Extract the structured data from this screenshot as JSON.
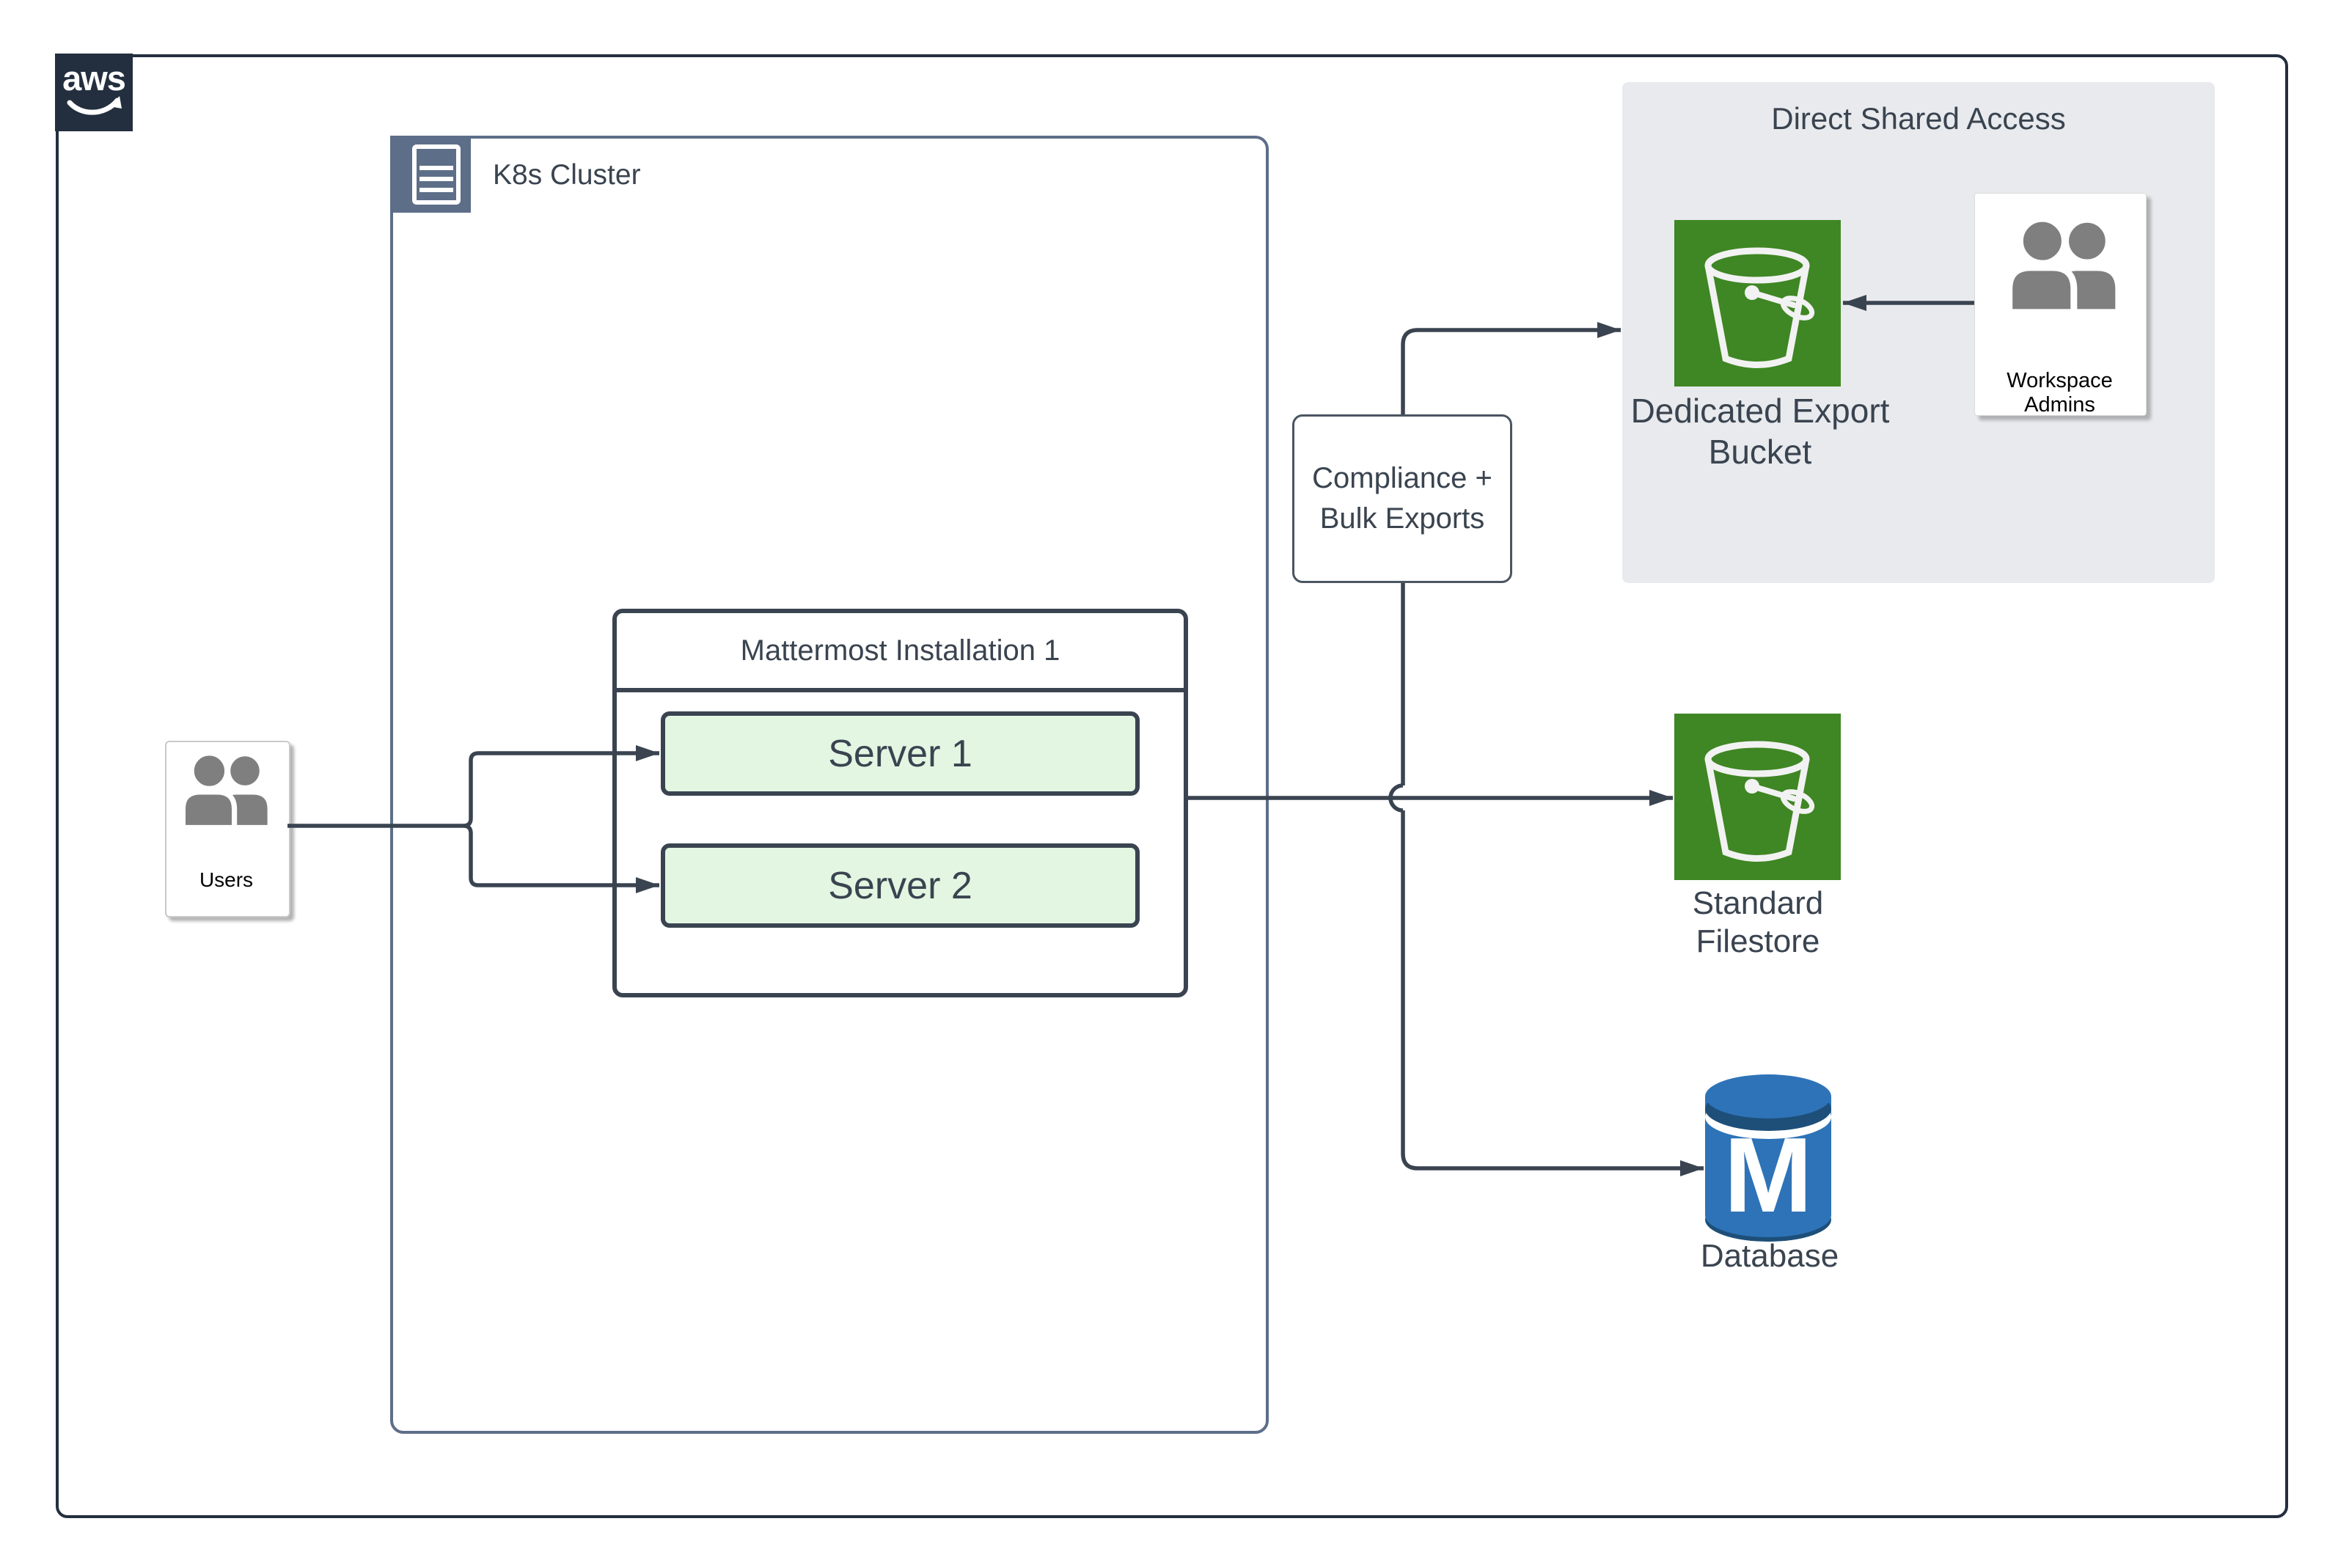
{
  "aws": {
    "logo_text": "aws"
  },
  "k8s": {
    "label": "K8s Cluster"
  },
  "mattermost": {
    "title": "Mattermost Installation 1",
    "servers": [
      {
        "label": "Server 1"
      },
      {
        "label": "Server 2"
      }
    ]
  },
  "users": {
    "label": "Users"
  },
  "compliance": {
    "line1": "Compliance +",
    "line2": "Bulk Exports"
  },
  "shared_access": {
    "title": "Direct Shared Access",
    "bucket": {
      "line1": "Dedicated Export",
      "line2": "Bucket"
    },
    "admins": {
      "label": "Workspace Admins"
    }
  },
  "filestore": {
    "line1": "Standard",
    "line2": "Filestore"
  },
  "database": {
    "label": "Database",
    "monogram": "M"
  },
  "colors": {
    "line_dark": "#3A4450",
    "aws_navy": "#232F3E",
    "k8s_border": "#5D6E88",
    "server_fill": "#E2F6E2",
    "s3_green": "#3F8624",
    "db_blue": "#2E73B7",
    "db_dark": "#1D4F79",
    "panel_gray": "#E8EAED",
    "person_gray": "#7F7F7F"
  }
}
